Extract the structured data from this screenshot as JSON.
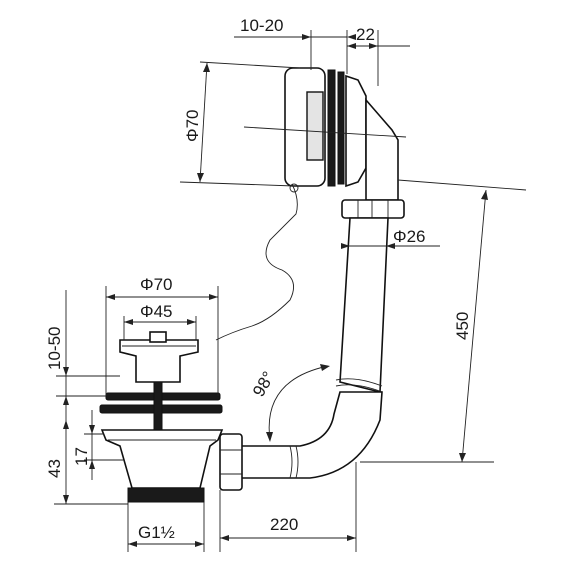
{
  "dimensions": {
    "overflow_depth": "10-20",
    "overflow_offset": "22",
    "overflow_diameter": "Φ70",
    "pipe_diameter": "Φ26",
    "height": "450",
    "strainer_outer_diameter": "Φ70",
    "strainer_inner_diameter": "Φ45",
    "strainer_height": "10-50",
    "body_height": "43",
    "flange_height": "17",
    "pipe_angle": "98°",
    "thread": "G1½",
    "horizontal_length": "220"
  }
}
